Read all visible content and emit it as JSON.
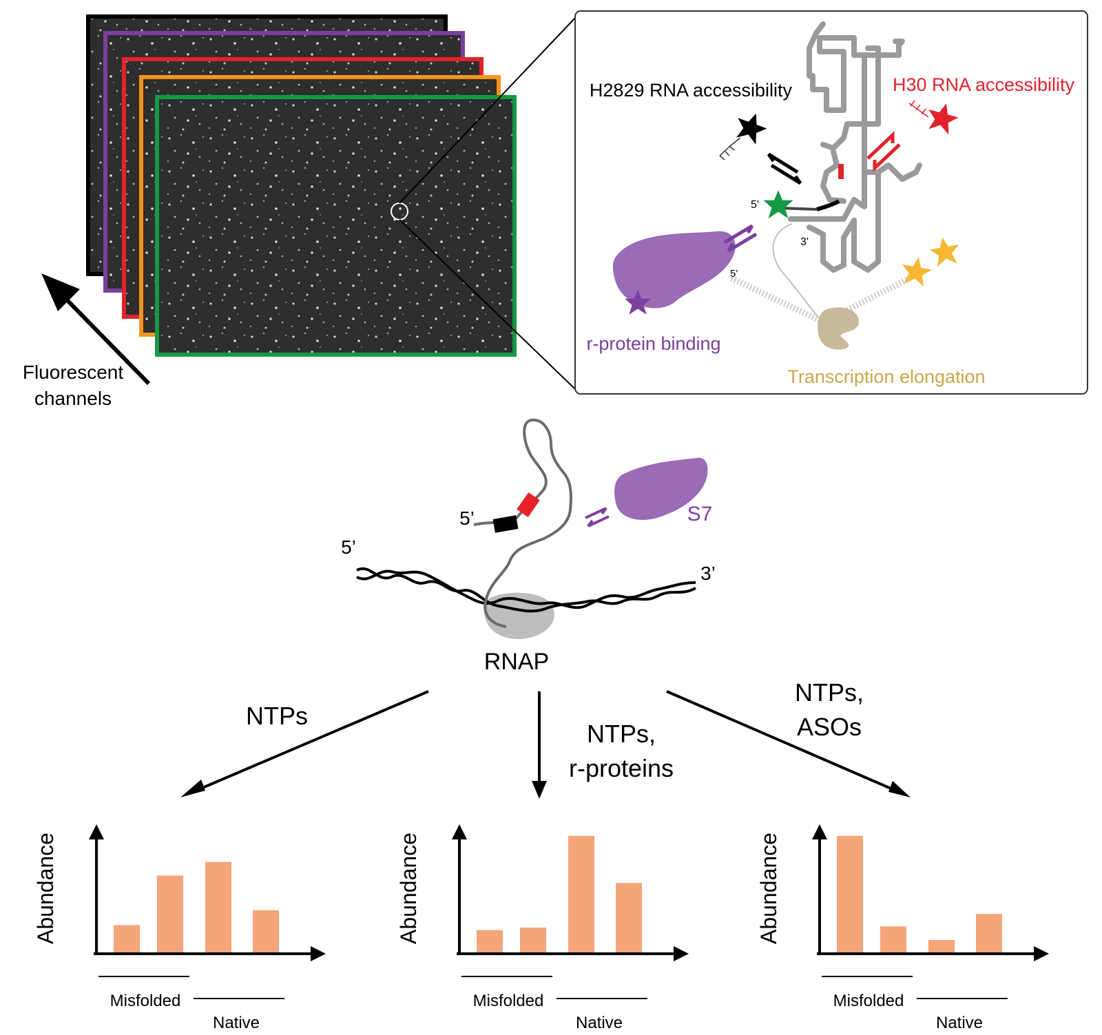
{
  "colors": {
    "black": "#000000",
    "purple": "#7b3f9e",
    "purple_fill": "#9b6bb5",
    "red": "#e3222a",
    "orange": "#f7941d",
    "green": "#139a43",
    "gold": "#c8a84b",
    "rnap_grey": "#bdbdbd",
    "bar": "#f4a57a",
    "star_gold": "#f7b733",
    "tan": "#c8b99a"
  },
  "top_left": {
    "channels_label_line1": "Fluorescent",
    "channels_label_line2": "channels",
    "channel_border_colors": [
      "#000000",
      "#7b3f9e",
      "#e3222a",
      "#f7941d",
      "#139a43"
    ]
  },
  "inset": {
    "h2829_label": "H2829 RNA accessibility",
    "h30_label": "H30 RNA accessibility",
    "rprotein_label": "r-protein binding",
    "transcription_label": "Transcription elongation",
    "five_prime": "5'",
    "three_prime": "3'",
    "five_prime_dna": "5'"
  },
  "middle": {
    "rna_five_prime": "5’",
    "dna_five_prime": "5’",
    "dna_three_prime": "3’",
    "s7_label": "S7",
    "rnap_label": "RNAP"
  },
  "arrows": {
    "left_label": "NTPs",
    "center_label_line1": "NTPs,",
    "center_label_line2": "r-proteins",
    "right_label_line1": "NTPs,",
    "right_label_line2": "ASOs"
  },
  "chart_data": [
    {
      "type": "bar",
      "ylabel": "Abundance",
      "group_labels": [
        "Misfolded",
        "Native"
      ],
      "values": [
        0.22,
        0.62,
        0.73,
        0.34
      ]
    },
    {
      "type": "bar",
      "ylabel": "Abundance",
      "group_labels": [
        "Misfolded",
        "Native"
      ],
      "values": [
        0.18,
        0.2,
        0.94,
        0.56
      ]
    },
    {
      "type": "bar",
      "ylabel": "Abundance",
      "group_labels": [
        "Misfolded",
        "Native"
      ],
      "values": [
        0.94,
        0.21,
        0.1,
        0.31
      ]
    }
  ]
}
